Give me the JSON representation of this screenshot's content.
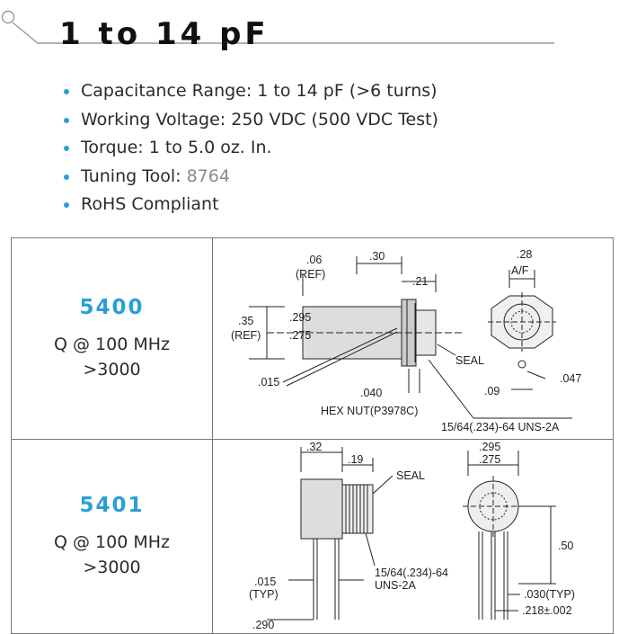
{
  "header": {
    "title": "1 to 14 pF"
  },
  "features": [
    "Capacitance Range: 1 to 14 pF (>6 turns)",
    "Working Voltage: 250 VDC (500 VDC Test)",
    "Torque: 1 to 5.0 oz. In."
  ],
  "tuning_tool": {
    "label": "Tuning Tool:",
    "value": "8764"
  },
  "rohs": "RoHS Compliant",
  "parts": [
    {
      "part_number": "5400",
      "q_label": "Q @ 100 MHz",
      "q_value": ">3000",
      "dims": {
        "a": ".06",
        "ref": "(REF)",
        "b": ".30",
        "c": ".21",
        "d": ".28",
        "af": "A/F",
        "e": ".35",
        "f": ".295",
        "g": ".275",
        "seal": "SEAL",
        "h": ".015",
        "i": ".040",
        "hexnut": "HEX NUT(P3978C)",
        "j": ".09",
        "k": ".047",
        "thread": "15/64(.234)-64 UNS-2A"
      }
    },
    {
      "part_number": "5401",
      "q_label": "Q @ 100 MHz",
      "q_value": ">3000",
      "dims": {
        "a": ".32",
        "b": ".19",
        "seal": "SEAL",
        "c": ".295",
        "d": ".275",
        "e": ".50",
        "f": ".015",
        "typ": "(TYP)",
        "thread1": "15/64(.234)-64",
        "thread2": "UNS-2A",
        "g": ".030(TYP)",
        "h": ".218±.002",
        "i": ".290"
      }
    }
  ],
  "colors": {
    "accent": "#2a9fd6",
    "text": "#2b2b2b",
    "link": "#8a8a8a"
  }
}
